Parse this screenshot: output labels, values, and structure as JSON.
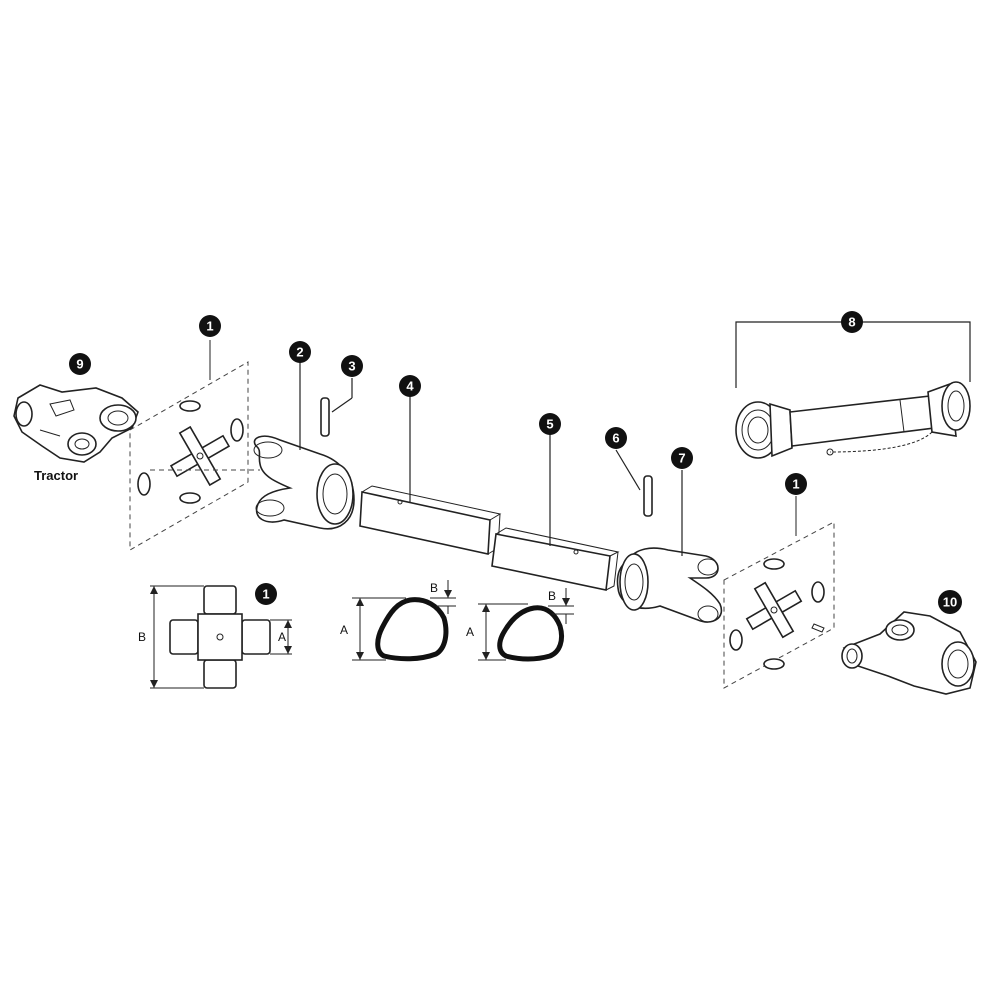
{
  "diagram": {
    "callouts": {
      "c1a": "1",
      "c1b": "1",
      "c1c": "1",
      "c2": "2",
      "c3": "3",
      "c4": "4",
      "c5": "5",
      "c6": "6",
      "c7": "7",
      "c8": "8",
      "c9": "9",
      "c10": "10"
    },
    "labels": {
      "tractor": "Tractor"
    },
    "dimensions": {
      "cross_a": "A",
      "cross_b": "B",
      "tube1_a": "A",
      "tube1_b": "B",
      "tube2_a": "A",
      "tube2_b": "B"
    }
  }
}
